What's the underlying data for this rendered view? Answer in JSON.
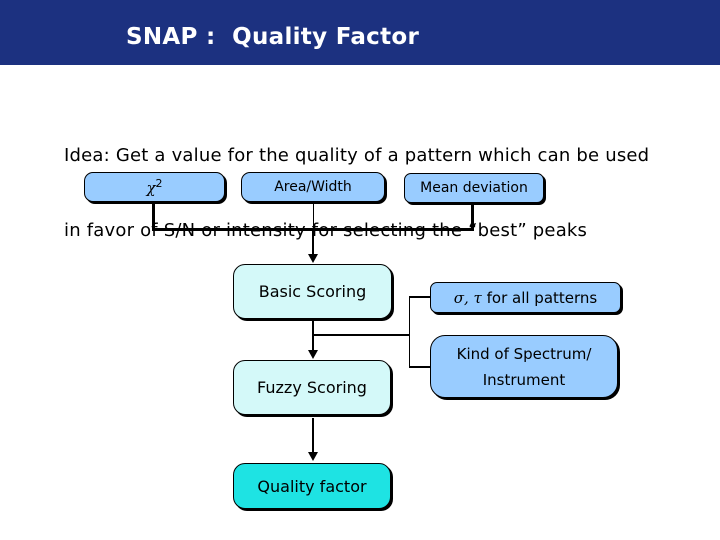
{
  "slide": {
    "title": "SNAP :  Quality Factor",
    "idea": {
      "line1": "Idea: Get a value for the quality of a pattern which can be used",
      "line2": "in favor of S/N or intensity for selecting the “best” peaks"
    },
    "diagram": {
      "nodes": {
        "chi": {
          "symbol": "χ",
          "sup": "2"
        },
        "area": {
          "label": "Area/Width"
        },
        "mean": {
          "label": "Mean deviation"
        },
        "basic": {
          "label": "Basic Scoring"
        },
        "sigma": {
          "greek": "σ, τ",
          "rest": " for all patterns"
        },
        "kind": {
          "line1": "Kind of Spectrum/",
          "line2": "Instrument"
        },
        "fuzzy": {
          "label": "Fuzzy Scoring"
        },
        "quality": {
          "label": "Quality factor"
        }
      }
    },
    "colors": {
      "header_bg": "#1C3180",
      "title_text": "#FFFFFF",
      "node_blue": "#99CCFF",
      "node_pale_cyan": "#D4F9F9",
      "node_cyan": "#1EE3E3",
      "connector": "#000000",
      "body_text": "#000000"
    }
  }
}
